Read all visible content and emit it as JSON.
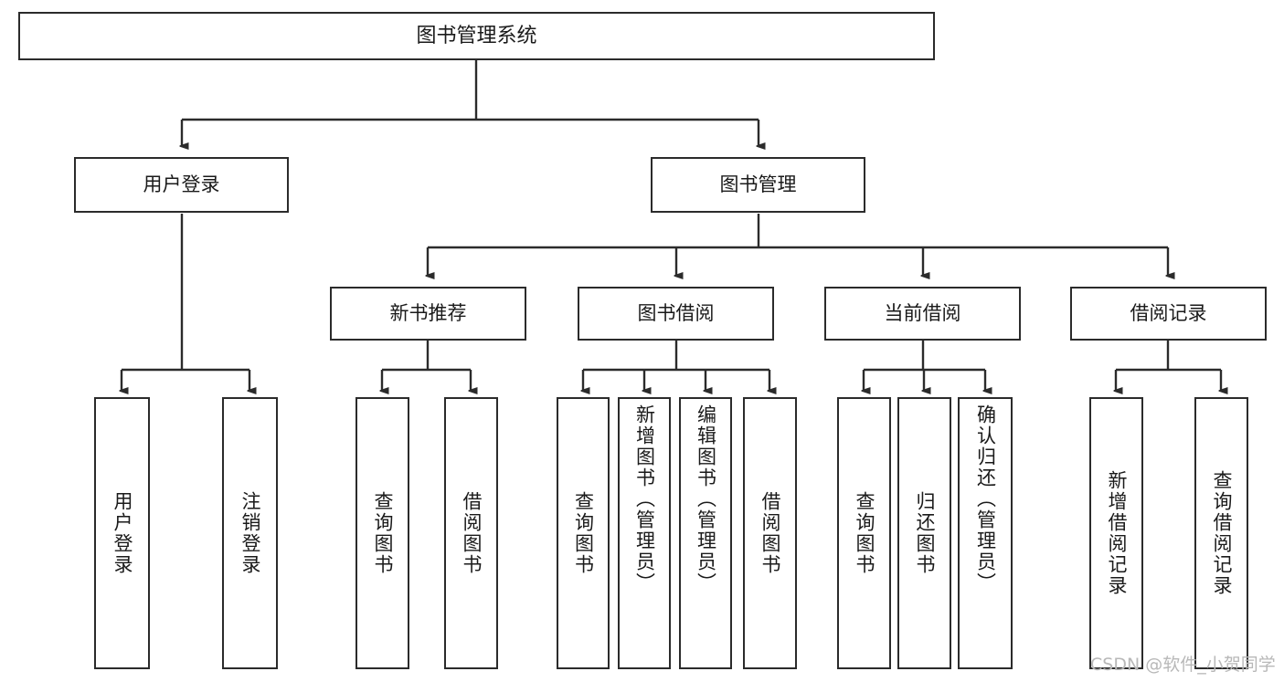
{
  "diagram": {
    "title": "图书管理系统",
    "type": "hierarchy-tree",
    "watermark": "CSDN @软件_小贺同学",
    "colors": {
      "box_border": "#2b2b2b",
      "box_fill": "#ffffff",
      "edge": "#2b2b2b",
      "text": "#1a1a1a",
      "watermark": "#b8b8b8"
    },
    "levels": {
      "root": [
        "图书管理系统"
      ],
      "level2": [
        "用户登录",
        "图书管理"
      ],
      "level3": [
        "新书推荐",
        "图书借阅",
        "当前借阅",
        "借阅记录"
      ],
      "leaves": [
        "用户登录",
        "注销登录",
        "查询图书",
        "借阅图书",
        "查询图书",
        "新增图书（管理员）",
        "编辑图书（管理员）",
        "借阅图书",
        "查询图书",
        "归还图书",
        "确认归还（管理员）",
        "新增借阅记录",
        "查询借阅记录"
      ]
    },
    "nodes": {
      "root": {
        "label": "图书管理系统"
      },
      "user_login": {
        "label": "用户登录"
      },
      "book_manage": {
        "label": "图书管理"
      },
      "new_book_rec": {
        "label": "新书推荐"
      },
      "book_borrow": {
        "label": "图书借阅"
      },
      "current_borrow": {
        "label": "当前借阅"
      },
      "borrow_record": {
        "label": "借阅记录"
      },
      "leaf_user_login": {
        "label": "用户登录"
      },
      "leaf_logout": {
        "label": "注销登录"
      },
      "leaf_query_book_a": {
        "label": "查询图书"
      },
      "leaf_borrow_book_a": {
        "label": "借阅图书"
      },
      "leaf_query_book_b": {
        "label": "查询图书"
      },
      "leaf_add_book": {
        "label": "新增图书（管理员）"
      },
      "leaf_edit_book": {
        "label": "编辑图书（管理员）"
      },
      "leaf_borrow_book_b": {
        "label": "借阅图书"
      },
      "leaf_query_book_c": {
        "label": "查询图书"
      },
      "leaf_return_book": {
        "label": "归还图书"
      },
      "leaf_confirm_return": {
        "label": "确认归还（管理员）"
      },
      "leaf_add_record": {
        "label": "新增借阅记录"
      },
      "leaf_query_record": {
        "label": "查询借阅记录"
      }
    }
  }
}
